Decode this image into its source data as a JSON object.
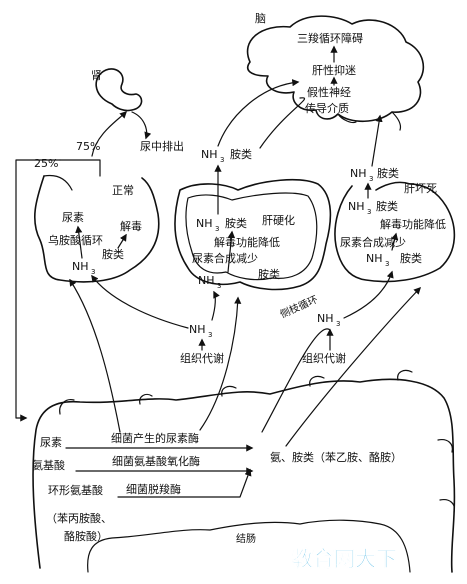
{
  "organs": {
    "brain": "脑",
    "kidney": "肾",
    "normal_liver": "正常",
    "portal_circulation": "侧枝循环",
    "colon": "结肠"
  },
  "percent": {
    "p25": "25%",
    "p75": "75%"
  },
  "brain_labels": {
    "tca": "三羧循环障碍",
    "false_nt": "肝性抑迷",
    "false_nt2": "假性神经",
    "false_nt3": "传导介质"
  },
  "kidney_labels": {
    "excretion": "尿中排出"
  },
  "top_labels": {
    "nh3": "NH",
    "sub3": "3",
    "amines": "胺类"
  },
  "normal_liver_labels": {
    "urea": "尿素",
    "ornithine": "乌胺酸循环",
    "detox": "解毒",
    "nh3": "NH",
    "sub3": "3",
    "amines": "胺类"
  },
  "cirrhosis_labels": {
    "nh3": "NH",
    "sub3": "3",
    "amines": "胺类",
    "title": "肝硬化",
    "detox_down": "解毒功能降低",
    "urea_down": "尿素合成减少",
    "amines2": "胺类",
    "nh3b": "NH",
    "sub3b": "3"
  },
  "necrosis_labels": {
    "nh3": "NH",
    "sub3": "3",
    "amines": "胺类",
    "title": "肝坏死",
    "nh3b": "NH",
    "sub3b": "3",
    "amines_b": "胺类",
    "detox_down": "解毒功能降低",
    "urea_down": "尿素合成减少",
    "nh3c": "NH",
    "sub3c": "3",
    "amines_c": "胺类"
  },
  "tissue": {
    "left_nh3": "NH",
    "left_sub3": "3",
    "left_metab": "组织代谢",
    "right_nh3": "NH",
    "right_sub3": "3",
    "right_metab": "组织代谢"
  },
  "gut": {
    "urea": "尿素",
    "urease": "细菌产生的尿素酶",
    "amino": "氨基酸",
    "deaminase": "细菌氨基酸氧化酶",
    "products": "氨、胺类（苯乙胺、酪胺）",
    "aromatic": "环形氨基酸",
    "decarboxylase": "细菌脱羧酶",
    "paren1": "（苯丙胺酸、",
    "paren2": "酪胺酸）"
  },
  "watermark": "教育网大下"
}
